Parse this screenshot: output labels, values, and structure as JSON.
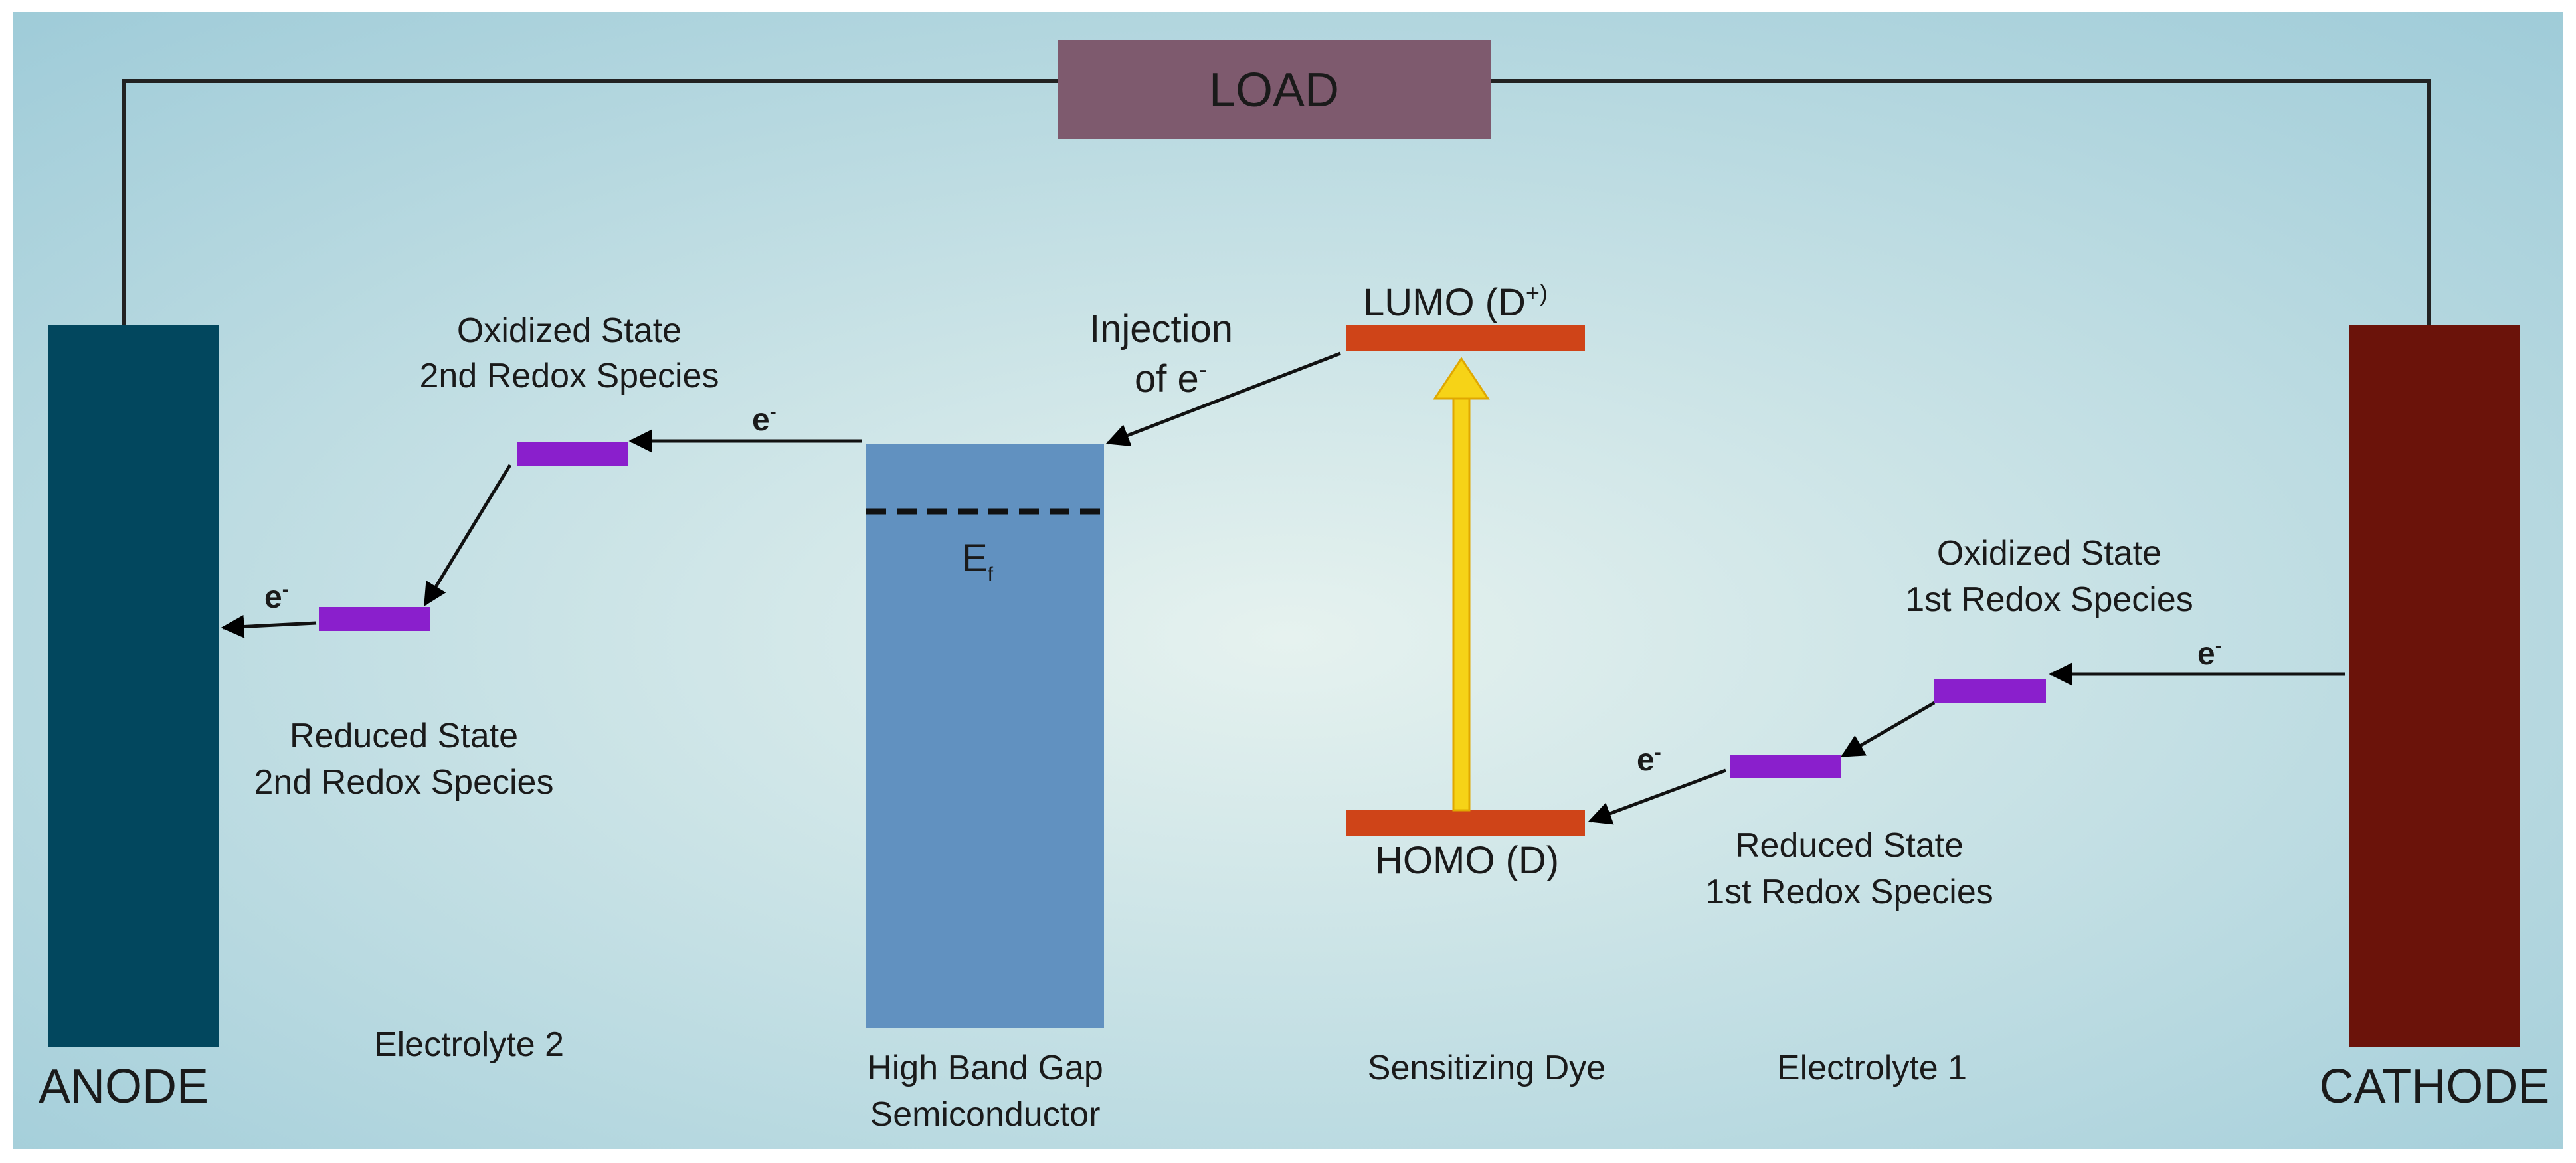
{
  "colors": {
    "background_center": "#e6f2ef",
    "background_edge": "#9ecbd8",
    "load": "#7e5a6e",
    "anode": "#02475e",
    "cathode": "#6b130a",
    "semiconductor": "#6191c0",
    "dye_level": "#cf4418",
    "redox_level": "#8a1fcc",
    "excitation_arrow": "#f6d317"
  },
  "labels": {
    "load": "LOAD",
    "anode": "ANODE",
    "cathode": "CATHODE",
    "lumo": "LUMO (D",
    "lumo_sup": "+)",
    "homo": "HOMO (D)",
    "injection_line1": "Injection",
    "injection_line2": "of e",
    "injection_sup": "-",
    "fermi_main": "E",
    "fermi_sub": "f",
    "ox2_line1": "Oxidized State",
    "ox2_line2": "2nd Redox Species",
    "red2_line1": "Reduced State",
    "red2_line2": "2nd Redox Species",
    "ox1_line1": "Oxidized State",
    "ox1_line2": "1st Redox Species",
    "red1_line1": "Reduced State",
    "red1_line2": "1st Redox Species",
    "electrolyte2": "Electrolyte 2",
    "electrolyte1": "Electrolyte 1",
    "semiconductor_line1": "High Band Gap",
    "semiconductor_line2": "Semiconductor",
    "sensitizing_dye": "Sensitizing Dye",
    "electron": "e",
    "electron_sup": "-"
  }
}
